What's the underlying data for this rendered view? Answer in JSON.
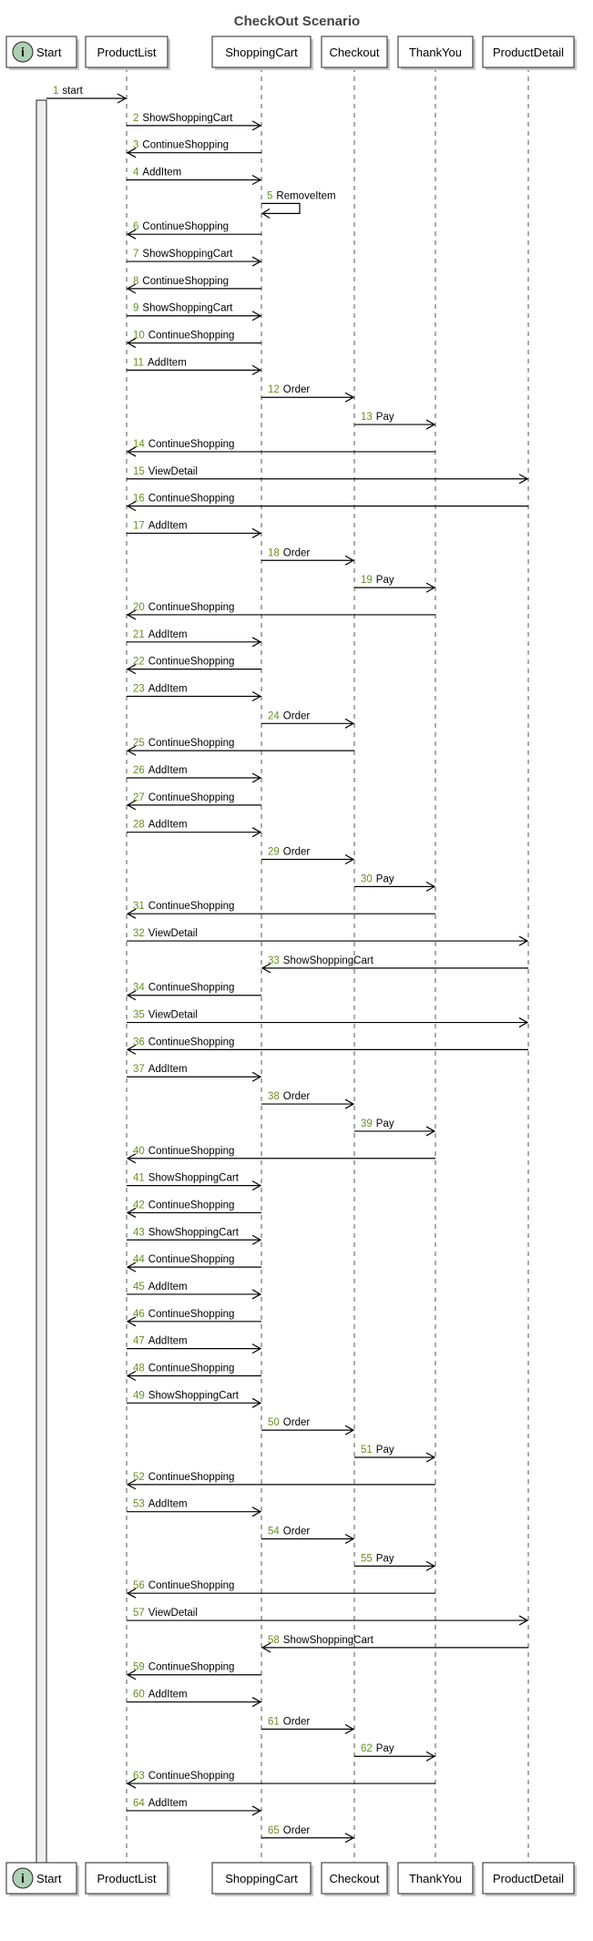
{
  "title": "CheckOut Scenario",
  "participants": [
    {
      "id": "start",
      "label": "Start",
      "kind": "entity",
      "badge": "i"
    },
    {
      "id": "productlist",
      "label": "ProductList"
    },
    {
      "id": "shoppingcart",
      "label": "ShoppingCart"
    },
    {
      "id": "checkout",
      "label": "Checkout"
    },
    {
      "id": "thankyou",
      "label": "ThankYou"
    },
    {
      "id": "productdetail",
      "label": "ProductDetail"
    }
  ],
  "colors": {
    "number": "#6b8e23",
    "badge_fill": "#add1b2",
    "activation_fill": "#eeeeee",
    "title": "#444444"
  },
  "messages": [
    {
      "n": "1",
      "from": "start",
      "to": "productlist",
      "label": "start"
    },
    {
      "n": "2",
      "from": "productlist",
      "to": "shoppingcart",
      "label": "ShowShoppingCart"
    },
    {
      "n": "3",
      "from": "shoppingcart",
      "to": "productlist",
      "label": "ContinueShopping"
    },
    {
      "n": "4",
      "from": "productlist",
      "to": "shoppingcart",
      "label": "AddItem"
    },
    {
      "n": "5",
      "from": "shoppingcart",
      "to": "shoppingcart",
      "label": "RemoveItem"
    },
    {
      "n": "6",
      "from": "shoppingcart",
      "to": "productlist",
      "label": "ContinueShopping"
    },
    {
      "n": "7",
      "from": "productlist",
      "to": "shoppingcart",
      "label": "ShowShoppingCart"
    },
    {
      "n": "8",
      "from": "shoppingcart",
      "to": "productlist",
      "label": "ContinueShopping"
    },
    {
      "n": "9",
      "from": "productlist",
      "to": "shoppingcart",
      "label": "ShowShoppingCart"
    },
    {
      "n": "10",
      "from": "shoppingcart",
      "to": "productlist",
      "label": "ContinueShopping"
    },
    {
      "n": "11",
      "from": "productlist",
      "to": "shoppingcart",
      "label": "AddItem"
    },
    {
      "n": "12",
      "from": "shoppingcart",
      "to": "checkout",
      "label": "Order"
    },
    {
      "n": "13",
      "from": "checkout",
      "to": "thankyou",
      "label": "Pay"
    },
    {
      "n": "14",
      "from": "thankyou",
      "to": "productlist",
      "label": "ContinueShopping"
    },
    {
      "n": "15",
      "from": "productlist",
      "to": "productdetail",
      "label": "ViewDetail"
    },
    {
      "n": "16",
      "from": "productdetail",
      "to": "productlist",
      "label": "ContinueShopping"
    },
    {
      "n": "17",
      "from": "productlist",
      "to": "shoppingcart",
      "label": "AddItem"
    },
    {
      "n": "18",
      "from": "shoppingcart",
      "to": "checkout",
      "label": "Order"
    },
    {
      "n": "19",
      "from": "checkout",
      "to": "thankyou",
      "label": "Pay"
    },
    {
      "n": "20",
      "from": "thankyou",
      "to": "productlist",
      "label": "ContinueShopping"
    },
    {
      "n": "21",
      "from": "productlist",
      "to": "shoppingcart",
      "label": "AddItem"
    },
    {
      "n": "22",
      "from": "shoppingcart",
      "to": "productlist",
      "label": "ContinueShopping"
    },
    {
      "n": "23",
      "from": "productlist",
      "to": "shoppingcart",
      "label": "AddItem"
    },
    {
      "n": "24",
      "from": "shoppingcart",
      "to": "checkout",
      "label": "Order"
    },
    {
      "n": "25",
      "from": "checkout",
      "to": "productlist",
      "label": "ContinueShopping"
    },
    {
      "n": "26",
      "from": "productlist",
      "to": "shoppingcart",
      "label": "AddItem"
    },
    {
      "n": "27",
      "from": "shoppingcart",
      "to": "productlist",
      "label": "ContinueShopping"
    },
    {
      "n": "28",
      "from": "productlist",
      "to": "shoppingcart",
      "label": "AddItem"
    },
    {
      "n": "29",
      "from": "shoppingcart",
      "to": "checkout",
      "label": "Order"
    },
    {
      "n": "30",
      "from": "checkout",
      "to": "thankyou",
      "label": "Pay"
    },
    {
      "n": "31",
      "from": "thankyou",
      "to": "productlist",
      "label": "ContinueShopping"
    },
    {
      "n": "32",
      "from": "productlist",
      "to": "productdetail",
      "label": "ViewDetail"
    },
    {
      "n": "33",
      "from": "productdetail",
      "to": "shoppingcart",
      "label": "ShowShoppingCart"
    },
    {
      "n": "34",
      "from": "shoppingcart",
      "to": "productlist",
      "label": "ContinueShopping"
    },
    {
      "n": "35",
      "from": "productlist",
      "to": "productdetail",
      "label": "ViewDetail"
    },
    {
      "n": "36",
      "from": "productdetail",
      "to": "productlist",
      "label": "ContinueShopping"
    },
    {
      "n": "37",
      "from": "productlist",
      "to": "shoppingcart",
      "label": "AddItem"
    },
    {
      "n": "38",
      "from": "shoppingcart",
      "to": "checkout",
      "label": "Order"
    },
    {
      "n": "39",
      "from": "checkout",
      "to": "thankyou",
      "label": "Pay"
    },
    {
      "n": "40",
      "from": "thankyou",
      "to": "productlist",
      "label": "ContinueShopping"
    },
    {
      "n": "41",
      "from": "productlist",
      "to": "shoppingcart",
      "label": "ShowShoppingCart"
    },
    {
      "n": "42",
      "from": "shoppingcart",
      "to": "productlist",
      "label": "ContinueShopping"
    },
    {
      "n": "43",
      "from": "productlist",
      "to": "shoppingcart",
      "label": "ShowShoppingCart"
    },
    {
      "n": "44",
      "from": "shoppingcart",
      "to": "productlist",
      "label": "ContinueShopping"
    },
    {
      "n": "45",
      "from": "productlist",
      "to": "shoppingcart",
      "label": "AddItem"
    },
    {
      "n": "46",
      "from": "shoppingcart",
      "to": "productlist",
      "label": "ContinueShopping"
    },
    {
      "n": "47",
      "from": "productlist",
      "to": "shoppingcart",
      "label": "AddItem"
    },
    {
      "n": "48",
      "from": "shoppingcart",
      "to": "productlist",
      "label": "ContinueShopping"
    },
    {
      "n": "49",
      "from": "productlist",
      "to": "shoppingcart",
      "label": "ShowShoppingCart"
    },
    {
      "n": "50",
      "from": "shoppingcart",
      "to": "checkout",
      "label": "Order"
    },
    {
      "n": "51",
      "from": "checkout",
      "to": "thankyou",
      "label": "Pay"
    },
    {
      "n": "52",
      "from": "thankyou",
      "to": "productlist",
      "label": "ContinueShopping"
    },
    {
      "n": "53",
      "from": "productlist",
      "to": "shoppingcart",
      "label": "AddItem"
    },
    {
      "n": "54",
      "from": "shoppingcart",
      "to": "checkout",
      "label": "Order"
    },
    {
      "n": "55",
      "from": "checkout",
      "to": "thankyou",
      "label": "Pay"
    },
    {
      "n": "56",
      "from": "thankyou",
      "to": "productlist",
      "label": "ContinueShopping"
    },
    {
      "n": "57",
      "from": "productlist",
      "to": "productdetail",
      "label": "ViewDetail"
    },
    {
      "n": "58",
      "from": "productdetail",
      "to": "shoppingcart",
      "label": "ShowShoppingCart"
    },
    {
      "n": "59",
      "from": "shoppingcart",
      "to": "productlist",
      "label": "ContinueShopping"
    },
    {
      "n": "60",
      "from": "productlist",
      "to": "shoppingcart",
      "label": "AddItem"
    },
    {
      "n": "61",
      "from": "shoppingcart",
      "to": "checkout",
      "label": "Order"
    },
    {
      "n": "62",
      "from": "checkout",
      "to": "thankyou",
      "label": "Pay"
    },
    {
      "n": "63",
      "from": "thankyou",
      "to": "productlist",
      "label": "ContinueShopping"
    },
    {
      "n": "64",
      "from": "productlist",
      "to": "shoppingcart",
      "label": "AddItem"
    },
    {
      "n": "65",
      "from": "shoppingcart",
      "to": "checkout",
      "label": "Order"
    }
  ]
}
